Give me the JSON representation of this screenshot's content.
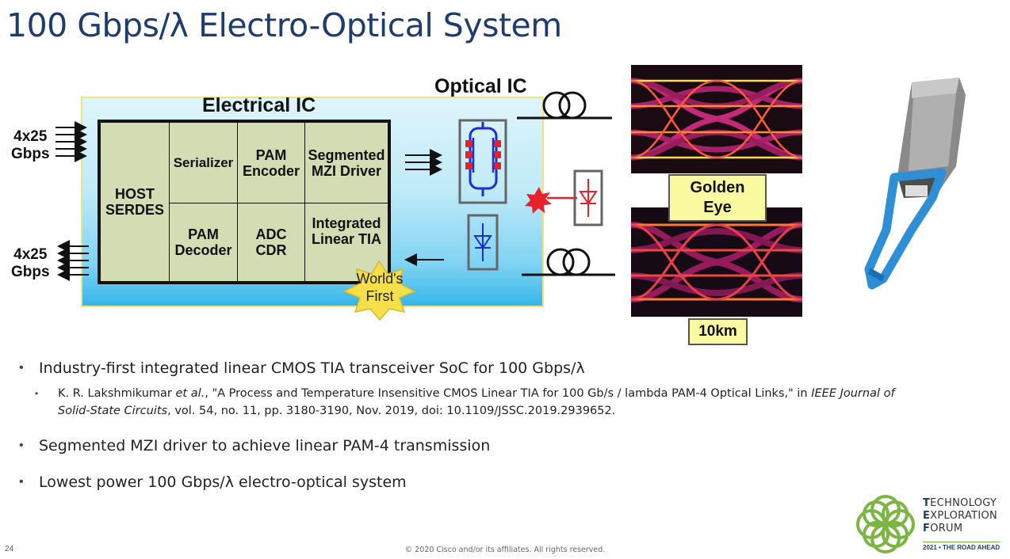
{
  "slide": {
    "title": "100 Gbps/λ Electro-Optical System",
    "slide_number": "24",
    "copyright": "© 2020  Cisco and/or its affiliates. All rights reserved."
  },
  "diagram": {
    "electrical_ic_title": "Electrical IC",
    "optical_ic_title": "Optical IC",
    "input_label_top": "4x25",
    "input_label_bottom": "Gbps",
    "output_label_top": "4x25",
    "output_label_bottom": "Gbps",
    "blocks": {
      "host_serdes_1": "HOST",
      "host_serdes_2": "SERDES",
      "serializer": "Serializer",
      "pam_encoder_1": "PAM",
      "pam_encoder_2": "Encoder",
      "mzi_driver_1": "Segmented",
      "mzi_driver_2": "MZI Driver",
      "pam_decoder_1": "PAM",
      "pam_decoder_2": "Decoder",
      "adc_cdr_1": "ADC",
      "adc_cdr_2": "CDR",
      "linear_tia_1": "Integrated",
      "linear_tia_2": "Linear TIA"
    },
    "badge_line1": "World's",
    "badge_line2": "First",
    "golden_eye_1": "Golden",
    "golden_eye_2": "Eye",
    "distance_label": "10km"
  },
  "bullets": {
    "b1": "Industry-first integrated linear CMOS TIA transceiver SoC for 100 Gbps/λ",
    "ref_authors": "K. R. Lakshmikumar ",
    "ref_etal": "et al.",
    "ref_title": ", \"A Process and Temperature Insensitive CMOS Linear TIA for 100 Gb/s / lambda PAM-4 Optical Links,\" in ",
    "ref_journal_1": "IEEE Journal of",
    "ref_journal_2": "Solid-State Circuits",
    "ref_rest": ", vol. 54, no. 11, pp. 3180-3190, Nov. 2019, doi: 10.1109/JSSC.2019.2939652.",
    "b2": "Segmented MZI driver to achieve linear PAM-4 transmission",
    "b3": "Lowest power 100 Gbps/λ electro-optical system"
  },
  "logo": {
    "line1_initial": "T",
    "line1_rest": "ECHNOLOGY",
    "line2_initial": "E",
    "line2_rest": "XPLORATION",
    "line3_initial": "F",
    "line3_rest": "ORUM",
    "tagline": "2021 • THE ROAD AHEAD"
  },
  "colors": {
    "title": "#1f3c6e",
    "block_fill": "#d3dcb2",
    "label_fill": "#fafaa0",
    "logo_green": "#7bb542",
    "modulator_red": "#e8202a",
    "modulator_blue": "#1b2fd6"
  }
}
